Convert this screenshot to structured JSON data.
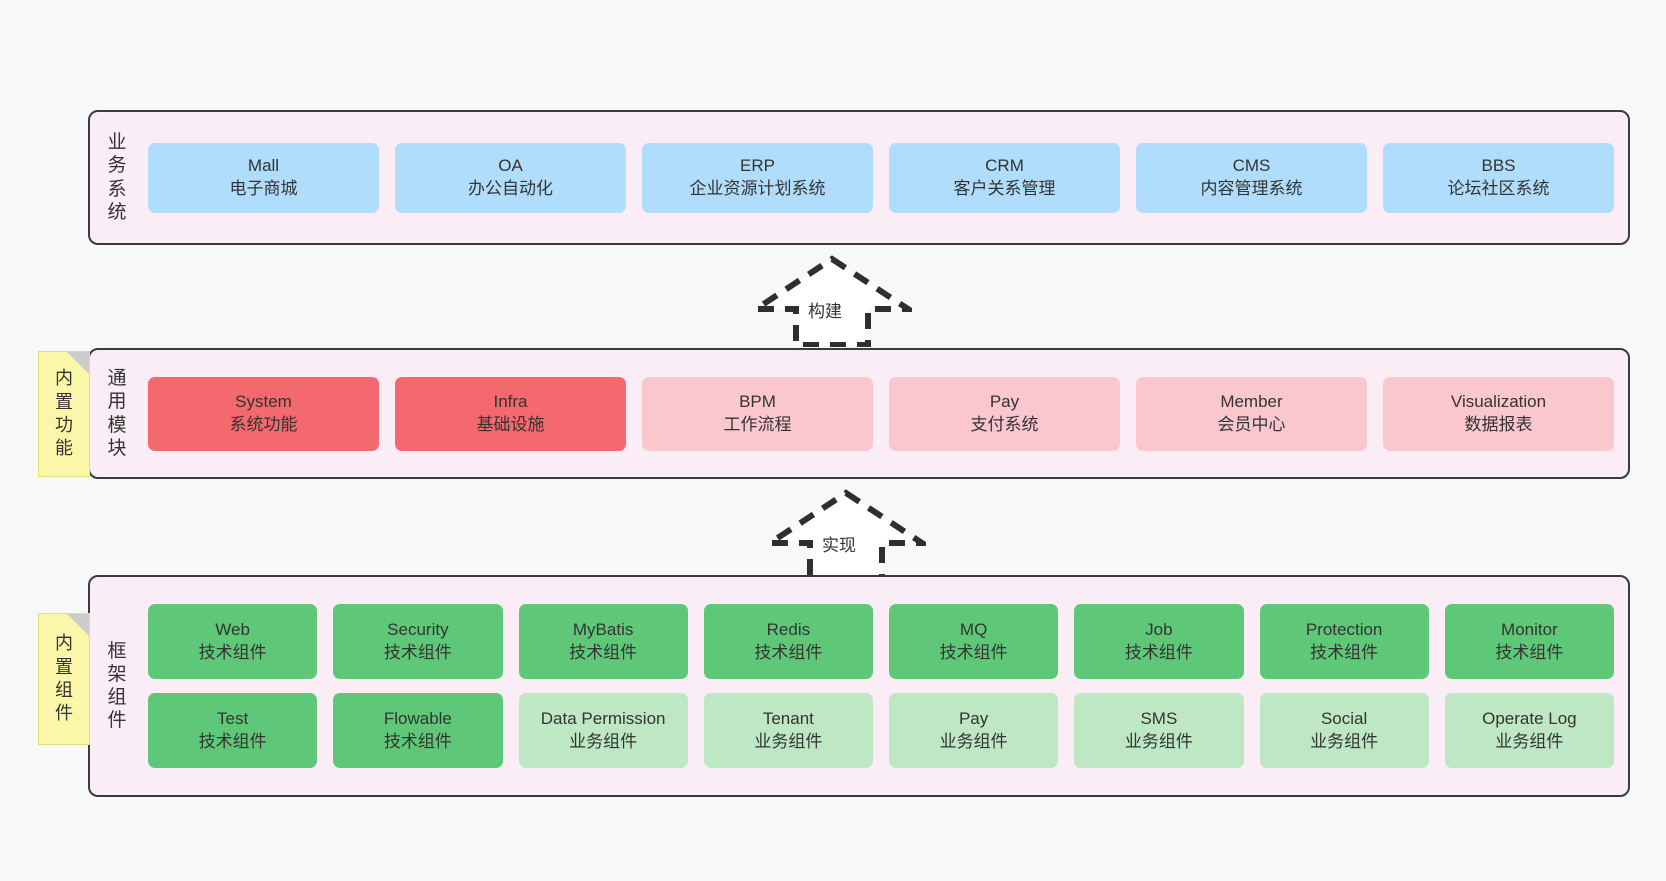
{
  "diagram": {
    "background_color": "#F7F8F8",
    "panel_color": "#FAEDF5",
    "panel_border_color": "#3A3A44",
    "note_color": "#FBF7A8"
  },
  "layers": [
    {
      "id": "business",
      "title_chars": [
        "业",
        "务",
        "系",
        "统"
      ],
      "title_text": "业务系统",
      "rows": [
        {
          "cards": [
            {
              "name": "Mall",
              "sub": "电子商城",
              "color": "#AFDDFB",
              "style": "c-blue"
            },
            {
              "name": "OA",
              "sub": "办公自动化",
              "color": "#AFDDFB",
              "style": "c-blue"
            },
            {
              "name": "ERP",
              "sub": "企业资源计划系统",
              "color": "#AFDDFB",
              "style": "c-blue"
            },
            {
              "name": "CRM",
              "sub": "客户关系管理",
              "color": "#AFDDFB",
              "style": "c-blue"
            },
            {
              "name": "CMS",
              "sub": "内容管理系统",
              "color": "#AFDDFB",
              "style": "c-blue"
            },
            {
              "name": "BBS",
              "sub": "论坛社区系统",
              "color": "#AFDDFB",
              "style": "c-blue"
            }
          ]
        }
      ]
    },
    {
      "id": "modules",
      "title_chars": [
        "通",
        "用",
        "模",
        "块"
      ],
      "title_text": "通用模块",
      "rows": [
        {
          "cards": [
            {
              "name": "System",
              "sub": "系统功能",
              "color": "#F4696E",
              "style": "c-red"
            },
            {
              "name": "Infra",
              "sub": "基础设施",
              "color": "#F4696E",
              "style": "c-red"
            },
            {
              "name": "BPM",
              "sub": "工作流程",
              "color": "#FBC7CF",
              "style": "c-pink"
            },
            {
              "name": "Pay",
              "sub": "支付系统",
              "color": "#FBC7CF",
              "style": "c-pink"
            },
            {
              "name": "Member",
              "sub": "会员中心",
              "color": "#FBC7CF",
              "style": "c-pink"
            },
            {
              "name": "Visualization",
              "sub": "数据报表",
              "color": "#FBC7CF",
              "style": "c-pink"
            }
          ]
        }
      ]
    },
    {
      "id": "framework",
      "title_chars": [
        "框",
        "架",
        "组",
        "件"
      ],
      "title_text": "框架组件",
      "rows": [
        {
          "cards": [
            {
              "name": "Web",
              "sub": "技术组件",
              "color": "#5FC878",
              "style": "c-green"
            },
            {
              "name": "Security",
              "sub": "技术组件",
              "color": "#5FC878",
              "style": "c-green"
            },
            {
              "name": "MyBatis",
              "sub": "技术组件",
              "color": "#5FC878",
              "style": "c-green"
            },
            {
              "name": "Redis",
              "sub": "技术组件",
              "color": "#5FC878",
              "style": "c-green"
            },
            {
              "name": "MQ",
              "sub": "技术组件",
              "color": "#5FC878",
              "style": "c-green"
            },
            {
              "name": "Job",
              "sub": "技术组件",
              "color": "#5FC878",
              "style": "c-green"
            },
            {
              "name": "Protection",
              "sub": "技术组件",
              "color": "#5FC878",
              "style": "c-green"
            },
            {
              "name": "Monitor",
              "sub": "技术组件",
              "color": "#5FC878",
              "style": "c-green"
            }
          ]
        },
        {
          "cards": [
            {
              "name": "Test",
              "sub": "技术组件",
              "color": "#5FC878",
              "style": "c-green"
            },
            {
              "name": "Flowable",
              "sub": "技术组件",
              "color": "#5FC878",
              "style": "c-green"
            },
            {
              "name": "Data Permission",
              "sub": "业务组件",
              "color": "#BEE8C4",
              "style": "c-lightgreen"
            },
            {
              "name": "Tenant",
              "sub": "业务组件",
              "color": "#BEE8C4",
              "style": "c-lightgreen"
            },
            {
              "name": "Pay",
              "sub": "业务组件",
              "color": "#BEE8C4",
              "style": "c-lightgreen"
            },
            {
              "name": "SMS",
              "sub": "业务组件",
              "color": "#BEE8C4",
              "style": "c-lightgreen"
            },
            {
              "name": "Social",
              "sub": "业务组件",
              "color": "#BEE8C4",
              "style": "c-lightgreen"
            },
            {
              "name": "Operate Log",
              "sub": "业务组件",
              "color": "#BEE8C4",
              "style": "c-lightgreen"
            }
          ]
        }
      ]
    }
  ],
  "notes": [
    {
      "id": "functions",
      "chars": [
        "内",
        "置",
        "功",
        "能"
      ],
      "text": "内置功能"
    },
    {
      "id": "components",
      "chars": [
        "内",
        "置",
        "组",
        "件"
      ],
      "text": "内置组件"
    }
  ],
  "arrows": [
    {
      "id": "build",
      "label": "构建",
      "direction": "up",
      "style": "dashed"
    },
    {
      "id": "impl",
      "label": "实现",
      "direction": "up",
      "style": "dashed"
    }
  ]
}
